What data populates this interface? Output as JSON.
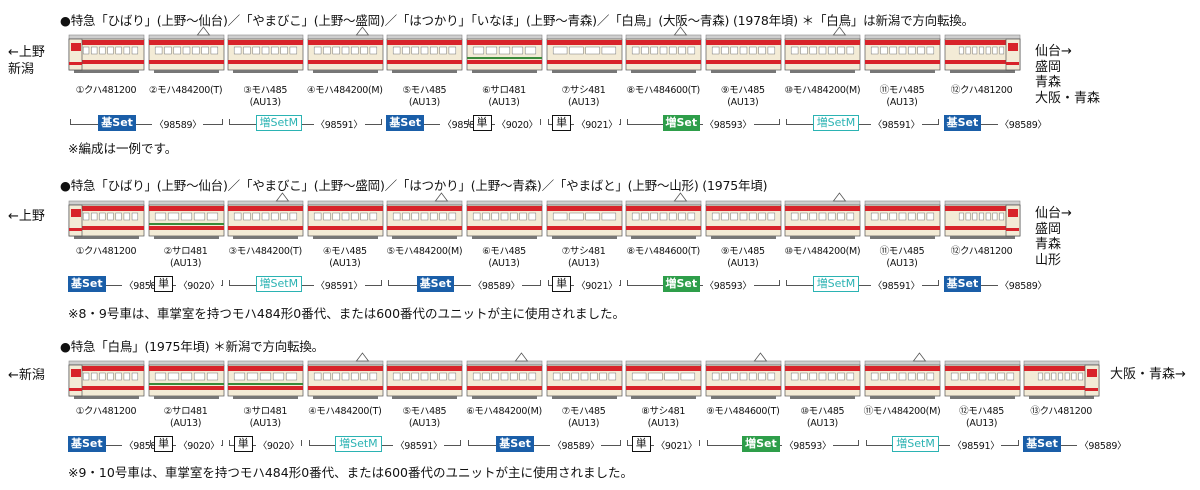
{
  "colors": {
    "cream": "#f3ebd6",
    "red": "#d8232a",
    "grey": "#888888",
    "kihon": "#1a5ea8",
    "zo": "#2e9e4a",
    "zoM": "#2bb3b3"
  },
  "sections": [
    {
      "title": "●特急「ひばり」(上野～仙台)／「やまびこ」(上野～盛岡)／「はつかり」「いなほ」(上野～青森)／「白鳥」(大阪～青森) (1978年頃) ＊「白鳥」は新潟で方向転換。",
      "left_label": "←上野\n新潟",
      "right_label": "仙台→\n盛岡\n青森\n大阪・青森",
      "note": "※編成は一例です。",
      "cars": [
        {
          "label1": "①クハ481200",
          "label2": "",
          "type": "cab-left",
          "pant": false
        },
        {
          "label1": "②モハ484200(T)",
          "label2": "",
          "type": "motor",
          "pant": true
        },
        {
          "label1": "③モハ485",
          "label2": "(AU13)",
          "type": "plain",
          "pant": false
        },
        {
          "label1": "④モハ484200(M)",
          "label2": "",
          "type": "motor",
          "pant": true
        },
        {
          "label1": "⑤モハ485",
          "label2": "(AU13)",
          "type": "plain",
          "pant": false
        },
        {
          "label1": "⑥サロ481",
          "label2": "(AU13)",
          "type": "green",
          "pant": false
        },
        {
          "label1": "⑦サシ481",
          "label2": "(AU13)",
          "type": "diner",
          "pant": false
        },
        {
          "label1": "⑧モハ484600(T)",
          "label2": "",
          "type": "motor",
          "pant": true
        },
        {
          "label1": "⑨モハ485",
          "label2": "(AU13)",
          "type": "plain",
          "pant": false
        },
        {
          "label1": "⑩モハ484200(M)",
          "label2": "",
          "type": "motor",
          "pant": true
        },
        {
          "label1": "⑪モハ485",
          "label2": "(AU13)",
          "type": "plain",
          "pant": false
        },
        {
          "label1": "⑫クハ481200",
          "label2": "",
          "type": "cab-right",
          "pant": false
        }
      ],
      "sets": [
        {
          "kind": "kihon",
          "text": "基Set",
          "code": "〈98589〉",
          "from": 0,
          "to": 1
        },
        {
          "kind": "zoM",
          "text": "増SetM",
          "code": "〈98591〉",
          "from": 2,
          "to": 3
        },
        {
          "kind": "kihon",
          "text": "基Set",
          "code": "〈98589〉",
          "from": 4,
          "to": 4
        },
        {
          "kind": "tan",
          "text": "単",
          "code": "〈9020〉",
          "from": 5,
          "to": 5
        },
        {
          "kind": "tan",
          "text": "単",
          "code": "〈9021〉",
          "from": 6,
          "to": 6
        },
        {
          "kind": "zo",
          "text": "増Set",
          "code": "〈98593〉",
          "from": 7,
          "to": 8
        },
        {
          "kind": "zoM",
          "text": "増SetM",
          "code": "〈98591〉",
          "from": 9,
          "to": 10
        },
        {
          "kind": "kihon",
          "text": "基Set",
          "code": "〈98589〉",
          "from": 11,
          "to": 11
        }
      ]
    },
    {
      "title": "●特急「ひばり」(上野～仙台)／「やまびこ」(上野～盛岡)／「はつかり」(上野～青森)／「やまばと」(上野～山形) (1975年頃)",
      "left_label": "←上野",
      "right_label": "仙台→\n盛岡\n青森\n山形",
      "note": "※8・9号車は、車掌室を持つモハ484形0番代、または600番代のユニットが主に使用されました。",
      "cars": [
        {
          "label1": "①クハ481200",
          "label2": "",
          "type": "cab-left",
          "pant": false
        },
        {
          "label1": "②サロ481",
          "label2": "(AU13)",
          "type": "green",
          "pant": false
        },
        {
          "label1": "③モハ484200(T)",
          "label2": "",
          "type": "motor",
          "pant": true
        },
        {
          "label1": "④モハ485",
          "label2": "(AU13)",
          "type": "plain",
          "pant": false
        },
        {
          "label1": "⑤モハ484200(M)",
          "label2": "",
          "type": "motor",
          "pant": true
        },
        {
          "label1": "⑥モハ485",
          "label2": "(AU13)",
          "type": "plain",
          "pant": false
        },
        {
          "label1": "⑦サシ481",
          "label2": "(AU13)",
          "type": "diner",
          "pant": false
        },
        {
          "label1": "⑧モハ484600(T)",
          "label2": "",
          "type": "motor",
          "pant": true
        },
        {
          "label1": "⑨モハ485",
          "label2": "(AU13)",
          "type": "plain",
          "pant": false
        },
        {
          "label1": "⑩モハ484200(M)",
          "label2": "",
          "type": "motor",
          "pant": true
        },
        {
          "label1": "⑪モハ485",
          "label2": "(AU13)",
          "type": "plain",
          "pant": false
        },
        {
          "label1": "⑫クハ481200",
          "label2": "",
          "type": "cab-right",
          "pant": false
        }
      ],
      "sets": [
        {
          "kind": "kihon",
          "text": "基Set",
          "code": "〈98589〉",
          "from": 0,
          "to": 0
        },
        {
          "kind": "tan",
          "text": "単",
          "code": "〈9020〉",
          "from": 1,
          "to": 1
        },
        {
          "kind": "zoM",
          "text": "増SetM",
          "code": "〈98591〉",
          "from": 2,
          "to": 3
        },
        {
          "kind": "kihon",
          "text": "基Set",
          "code": "〈98589〉",
          "from": 4,
          "to": 5
        },
        {
          "kind": "tan",
          "text": "単",
          "code": "〈9021〉",
          "from": 6,
          "to": 6
        },
        {
          "kind": "zo",
          "text": "増Set",
          "code": "〈98593〉",
          "from": 7,
          "to": 8
        },
        {
          "kind": "zoM",
          "text": "増SetM",
          "code": "〈98591〉",
          "from": 9,
          "to": 10
        },
        {
          "kind": "kihon",
          "text": "基Set",
          "code": "〈98589〉",
          "from": 11,
          "to": 11
        }
      ]
    },
    {
      "title": "●特急「白鳥」(1975年頃) ＊新潟で方向転換。",
      "left_label": "←新潟",
      "right_label": "大阪・青森→",
      "note": "※9・10号車は、車掌室を持つモハ484形0番代、または600番代のユニットが主に使用されました。",
      "cars": [
        {
          "label1": "①クハ481200",
          "label2": "",
          "type": "cab-left",
          "pant": false
        },
        {
          "label1": "②サロ481",
          "label2": "(AU13)",
          "type": "green",
          "pant": false
        },
        {
          "label1": "③サロ481",
          "label2": "(AU13)",
          "type": "green",
          "pant": false
        },
        {
          "label1": "④モハ484200(T)",
          "label2": "",
          "type": "motor",
          "pant": true
        },
        {
          "label1": "⑤モハ485",
          "label2": "(AU13)",
          "type": "plain",
          "pant": false
        },
        {
          "label1": "⑥モハ484200(M)",
          "label2": "",
          "type": "motor",
          "pant": true
        },
        {
          "label1": "⑦モハ485",
          "label2": "(AU13)",
          "type": "plain",
          "pant": false
        },
        {
          "label1": "⑧サシ481",
          "label2": "(AU13)",
          "type": "diner",
          "pant": false
        },
        {
          "label1": "⑨モハ484600(T)",
          "label2": "",
          "type": "motor",
          "pant": true
        },
        {
          "label1": "⑩モハ485",
          "label2": "(AU13)",
          "type": "plain",
          "pant": false
        },
        {
          "label1": "⑪モハ484200(M)",
          "label2": "",
          "type": "motor",
          "pant": true
        },
        {
          "label1": "⑫モハ485",
          "label2": "(AU13)",
          "type": "plain",
          "pant": false
        },
        {
          "label1": "⑬クハ481200",
          "label2": "",
          "type": "cab-right",
          "pant": false
        }
      ],
      "sets": [
        {
          "kind": "kihon",
          "text": "基Set",
          "code": "〈98589〉",
          "from": 0,
          "to": 0
        },
        {
          "kind": "tan",
          "text": "単",
          "code": "〈9020〉",
          "from": 1,
          "to": 1
        },
        {
          "kind": "tan",
          "text": "単",
          "code": "〈9020〉",
          "from": 2,
          "to": 2
        },
        {
          "kind": "zoM",
          "text": "増SetM",
          "code": "〈98591〉",
          "from": 3,
          "to": 4
        },
        {
          "kind": "kihon",
          "text": "基Set",
          "code": "〈98589〉",
          "from": 5,
          "to": 6
        },
        {
          "kind": "tan",
          "text": "単",
          "code": "〈9021〉",
          "from": 7,
          "to": 7
        },
        {
          "kind": "zo",
          "text": "増Set",
          "code": "〈98593〉",
          "from": 8,
          "to": 9
        },
        {
          "kind": "zoM",
          "text": "増SetM",
          "code": "〈98591〉",
          "from": 10,
          "to": 11
        },
        {
          "kind": "kihon",
          "text": "基Set",
          "code": "〈98589〉",
          "from": 12,
          "to": 12
        }
      ]
    }
  ]
}
